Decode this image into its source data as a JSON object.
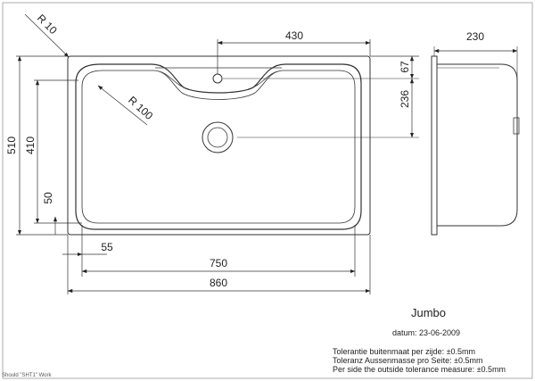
{
  "drawing": {
    "title": "Jumbo",
    "date_line": "datum: 23-06-2009",
    "tolerances": [
      "Tolerantie buitenmaat per zijde: ±0.5mm",
      "Toleranz Aussenmasse pro Seite: ±0.5mm",
      "Per side the outside tolerance measure: ±0.5mm"
    ],
    "footer": "Should \"SHT1\" Work"
  },
  "dimensions": {
    "top_width": "430",
    "drain_offset": "67",
    "bowl_depth_right": "236",
    "side_depth": "230",
    "outer_height": "510",
    "bowl_height": "410",
    "bottom_margin": "50",
    "left_margin": "55",
    "bowl_width": "750",
    "outer_width": "860",
    "corner_radius_outer": "R 10",
    "corner_radius_bowl": "R 100"
  }
}
